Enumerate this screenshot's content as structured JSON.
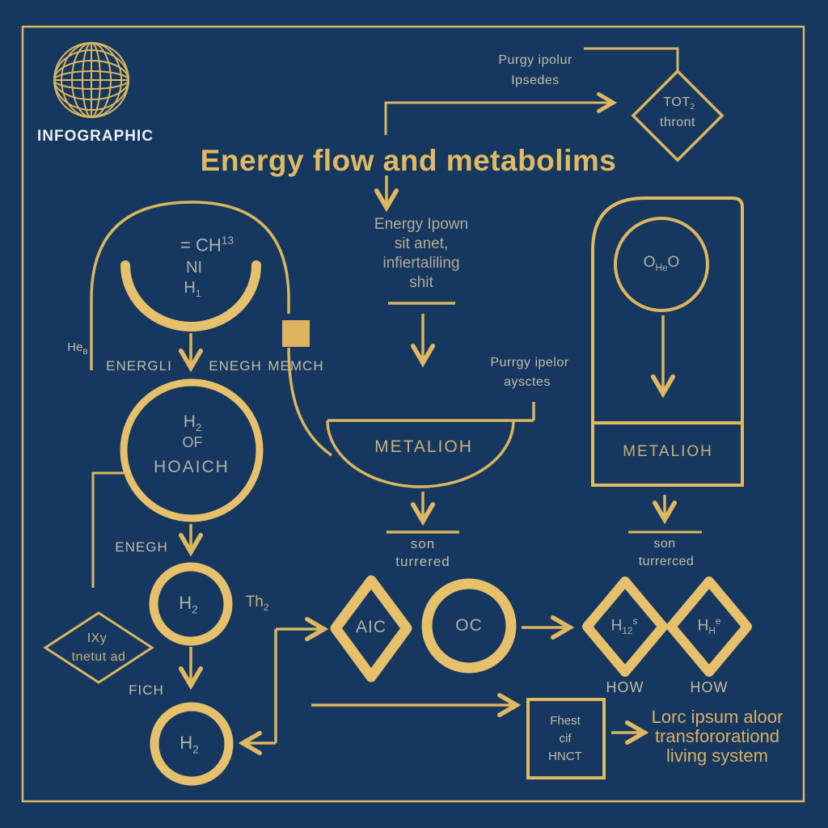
{
  "colors": {
    "background": "#16375f",
    "gold_line": "#d9b65f",
    "gold_thick": "#e6c06a",
    "gold_title": "#e0ba62",
    "muted_label": "#c3bda6",
    "white": "#eceff1"
  },
  "logo": {
    "brand": "INFOGRAPHIC"
  },
  "title": "Energy flow and metabolims",
  "top_right": {
    "note1": "Purgy ipolur",
    "note2": "Ipsedes",
    "diamond_base": "TOT",
    "diamond_sub": "2",
    "diamond_line2": "thront"
  },
  "center": {
    "note_lines": [
      "Energy Ipown",
      "sit anet,",
      "infiertaliling",
      "shit"
    ],
    "side_note1": "Purrgy ipelor",
    "side_note2": "aysctes",
    "bowl_label": "METALIOH",
    "result1": "son",
    "result2": "turrered",
    "aic": "AIC",
    "oc": "OC"
  },
  "left": {
    "he_base": "He",
    "he_sub": "B",
    "formula1_base": "= CH",
    "formula1_sup": "13",
    "formula2": "NI",
    "formula3_base": "H",
    "formula3_sub": "1",
    "labels": [
      "ENERGLI",
      "ENEGH",
      "MEMCH"
    ],
    "circle1_base": "H",
    "circle1_sub": "2",
    "circle1_line2": "OF",
    "circle1_line3": "HOAICH",
    "enegh": "ENEGH",
    "circle2_base": "H",
    "circle2_sub": "2",
    "th_base": "Th",
    "th_sub": "2",
    "diamond_line1": "IXy",
    "diamond_line2": "tnetut ad",
    "fich": "FICH",
    "circle3_base": "H",
    "circle3_sub": "2"
  },
  "right": {
    "circle_o1": "O",
    "circle_sub": "He",
    "circle_o2": "O",
    "box_label": "METALIOH",
    "result1": "son",
    "result2": "turrerced",
    "hex1_base": "H",
    "hex1_sub": "12",
    "hex1_sup": "s",
    "hex2_base": "H",
    "hex2_sub": "H",
    "hex2_sup": "e",
    "how1": "HOW",
    "how2": "HOW"
  },
  "bottom": {
    "box_lines": [
      "Fhest",
      "cif",
      "HNCT"
    ],
    "caption_lines": [
      "Lorc ipsum aloor",
      "transfororationd",
      "living system"
    ]
  }
}
